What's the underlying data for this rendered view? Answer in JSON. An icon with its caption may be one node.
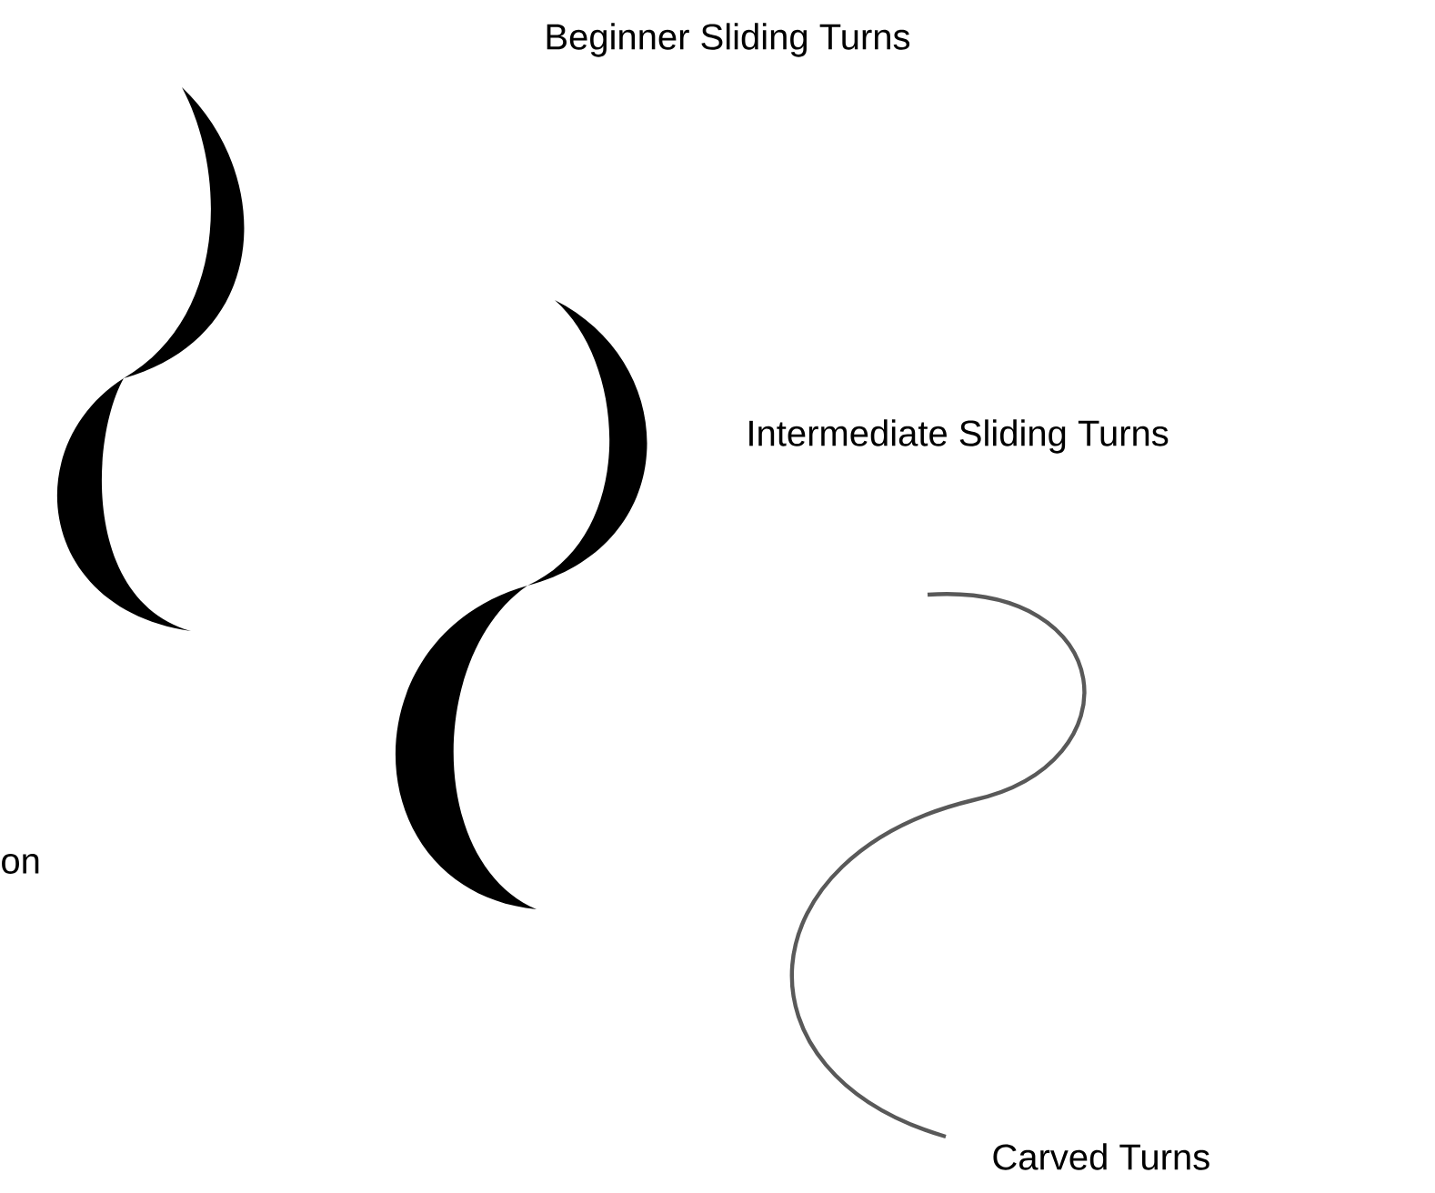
{
  "diagram": {
    "labels": [
      "Beginner Sliding Turns",
      "Intermediate Sliding Turns",
      "on",
      "Carved Turns"
    ]
  }
}
